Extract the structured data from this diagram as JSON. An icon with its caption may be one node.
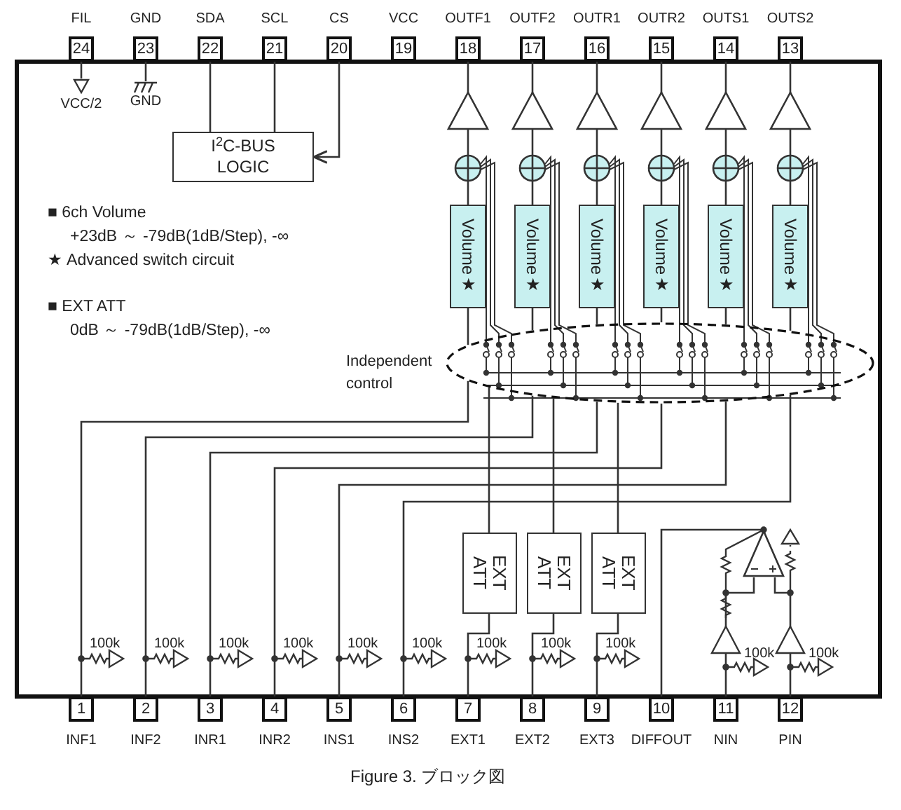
{
  "diagram": {
    "caption": "Figure 3.  ブロック図",
    "nodes": [
      {
        "text": [
          "24"
        ],
        "beside": [
          "FIL"
        ]
      },
      {
        "text": [
          "23"
        ],
        "beside": [
          "GND"
        ]
      },
      {
        "text": [
          "22"
        ],
        "beside": [
          "SDA"
        ]
      },
      {
        "text": [
          "21"
        ],
        "beside": [
          "SCL"
        ]
      },
      {
        "text": [
          "20"
        ],
        "beside": [
          "CS"
        ]
      },
      {
        "text": [
          "19"
        ],
        "beside": [
          "VCC"
        ]
      },
      {
        "text": [
          "18"
        ],
        "beside": [
          "OUTF1"
        ]
      },
      {
        "text": [
          "17"
        ],
        "beside": [
          "OUTF2"
        ]
      },
      {
        "text": [
          "16"
        ],
        "beside": [
          "OUTR1"
        ]
      },
      {
        "text": [
          "15"
        ],
        "beside": [
          "OUTR2"
        ]
      },
      {
        "text": [
          "14"
        ],
        "beside": [
          "OUTS1"
        ]
      },
      {
        "text": [
          "13"
        ],
        "beside": [
          "OUTS2"
        ]
      },
      {
        "text": [
          "VCC/2"
        ]
      },
      {
        "text": [
          "GND"
        ]
      },
      {
        "text": [
          "I$^{2}$C-BUS LOGIC"
        ]
      },
      {
        "text": [
          "Volume★"
        ]
      },
      {
        "text": [
          "Volume★"
        ]
      },
      {
        "text": [
          "Volume★"
        ]
      },
      {
        "text": [
          "Volume★"
        ]
      },
      {
        "text": [
          "Volume★"
        ]
      },
      {
        "text": [
          "Volume★"
        ]
      },
      {
        "text": [],
        "shape": "ellipse",
        "beside": [
          "Independent control"
        ]
      },
      {
        "text": [
          "EXT ATT"
        ]
      },
      {
        "text": [
          "EXT ATT"
        ]
      },
      {
        "text": [
          "EXT ATT"
        ]
      },
      {
        "text": [],
        "shape": "triangle"
      },
      {
        "text": [
          "1"
        ],
        "beside": [
          "INF1"
        ]
      },
      {
        "text": [
          "2"
        ],
        "beside": [
          "INF2"
        ]
      },
      {
        "text": [
          "3"
        ],
        "beside": [
          "INR1"
        ]
      },
      {
        "text": [
          "4"
        ],
        "beside": [
          "INR2"
        ]
      },
      {
        "text": [
          "5"
        ],
        "beside": [
          "INS1"
        ]
      },
      {
        "text": [
          "6"
        ],
        "beside": [
          "INS2"
        ]
      },
      {
        "text": [
          "7"
        ],
        "beside": [
          "EXT1"
        ]
      },
      {
        "text": [
          "8"
        ],
        "beside": [
          "EXT2"
        ]
      },
      {
        "text": [
          "9"
        ],
        "beside": [
          "EXT3"
        ]
      },
      {
        "text": [
          "10"
        ],
        "beside": [
          "DIFFOUT"
        ]
      },
      {
        "text": [
          "11"
        ],
        "beside": [
          "NIN"
        ]
      },
      {
        "text": [
          "12"
        ],
        "beside": [
          "PIN"
        ]
      }
    ],
    "edges": [
      {
        "from": 0,
        "to": 12,
        "arrow": "none"
      },
      {
        "from": 1,
        "to": 13,
        "arrow": "none"
      },
      {
        "from": 2,
        "to": 14,
        "arrow": "none"
      },
      {
        "from": 3,
        "to": 14,
        "arrow": "none"
      },
      {
        "from": 4,
        "to": 14,
        "arrow": "to"
      },
      {
        "from": 15,
        "to": 6,
        "arrow": "none"
      },
      {
        "from": 16,
        "to": 7,
        "arrow": "none"
      },
      {
        "from": 17,
        "to": 8,
        "arrow": "none"
      },
      {
        "from": 18,
        "to": 9,
        "arrow": "none"
      },
      {
        "from": 19,
        "to": 10,
        "arrow": "none"
      },
      {
        "from": 20,
        "to": 11,
        "arrow": "none"
      },
      {
        "from": 26,
        "to": 21,
        "arrow": "none"
      },
      {
        "from": 27,
        "to": 21,
        "arrow": "none"
      },
      {
        "from": 28,
        "to": 21,
        "arrow": "none"
      },
      {
        "from": 29,
        "to": 21,
        "arrow": "none"
      },
      {
        "from": 30,
        "to": 21,
        "arrow": "none"
      },
      {
        "from": 31,
        "to": 21,
        "arrow": "none"
      },
      {
        "from": 32,
        "to": 22,
        "arrow": "none"
      },
      {
        "from": 33,
        "to": 23,
        "arrow": "none"
      },
      {
        "from": 34,
        "to": 24,
        "arrow": "none"
      },
      {
        "from": 22,
        "to": 21,
        "arrow": "none"
      },
      {
        "from": 23,
        "to": 21,
        "arrow": "none"
      },
      {
        "from": 24,
        "to": 21,
        "arrow": "none"
      },
      {
        "from": 21,
        "to": 15,
        "arrow": "none"
      },
      {
        "from": 21,
        "to": 16,
        "arrow": "none"
      },
      {
        "from": 21,
        "to": 17,
        "arrow": "none"
      },
      {
        "from": 21,
        "to": 18,
        "arrow": "none"
      },
      {
        "from": 21,
        "to": 19,
        "arrow": "none"
      },
      {
        "from": 21,
        "to": 20,
        "arrow": "none"
      },
      {
        "from": 25,
        "to": 35,
        "arrow": "other"
      },
      {
        "from": 36,
        "to": 25,
        "arrow": "none"
      },
      {
        "from": 37,
        "to": 25,
        "arrow": "none"
      }
    ],
    "labels": [
      "■ 6ch Volume",
      "+23dB ～ -79dB(1dB/Step), -∞",
      "★ Advanced switch circuit",
      "■ EXT ATT",
      "0dB ～ -79dB(1dB/Step), -∞",
      "100k",
      "100k",
      "100k",
      "100k",
      "100k",
      "100k",
      "100k",
      "100k",
      "100k",
      "100k",
      "100k"
    ]
  }
}
